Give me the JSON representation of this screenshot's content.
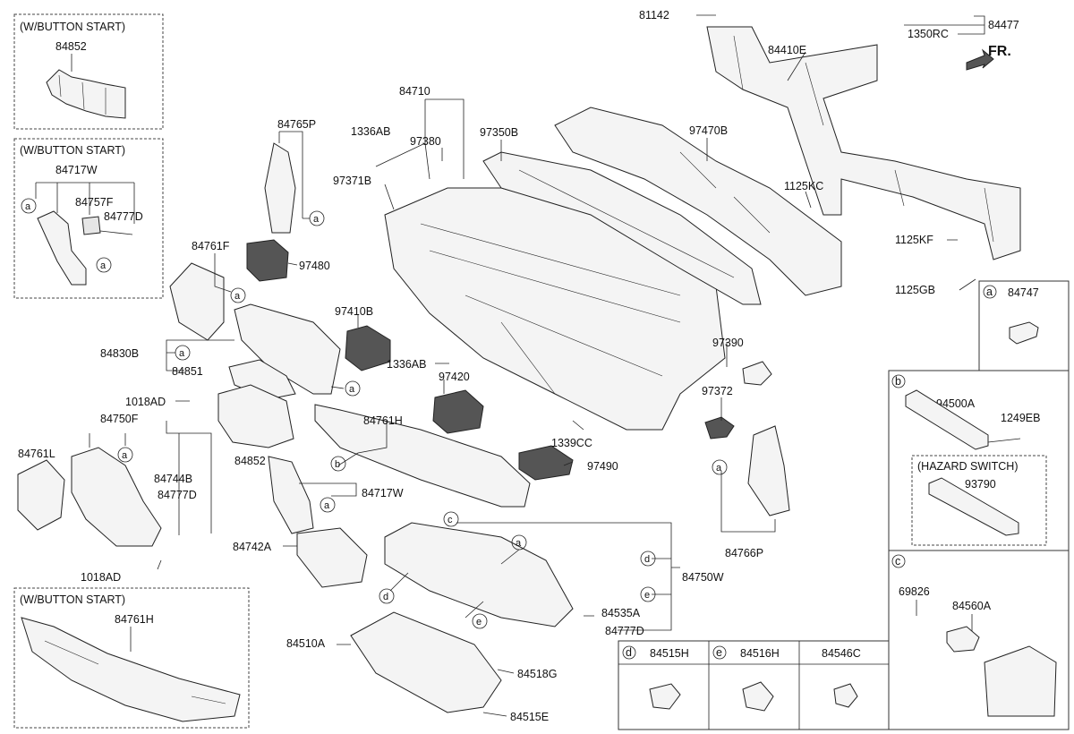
{
  "labels": {
    "p81142": "81142",
    "p84477": "84477",
    "p1350RC": "1350RC",
    "p84410E": "84410E",
    "fr": "FR.",
    "p84710": "84710",
    "p1336AB_a": "1336AB",
    "p97380": "97380",
    "p97350B": "97350B",
    "p97470B": "97470B",
    "p84765P": "84765P",
    "p97371B": "97371B",
    "p1125KC": "1125KC",
    "p1125KF": "1125KF",
    "p1125GB": "1125GB",
    "p84761F": "84761F",
    "p97480": "97480",
    "p97410B": "97410B",
    "p84830B": "84830B",
    "p84851": "84851",
    "p1336AB_b": "1336AB",
    "p97420": "97420",
    "p97390": "97390",
    "p97372": "97372",
    "p1018AD_a": "1018AD",
    "p84750F": "84750F",
    "p84761H_a": "84761H",
    "p1339CC": "1339CC",
    "p84761L": "84761L",
    "p84744B": "84744B",
    "p84852_b": "84852",
    "p97490": "97490",
    "p84777D_b": "84777D",
    "p84717W_b": "84717W",
    "p84766P": "84766P",
    "p84742A": "84742A",
    "p1018AD_b": "1018AD",
    "p84750W": "84750W",
    "p84535A": "84535A",
    "p84777D_c": "84777D",
    "p84510A": "84510A",
    "p84518G": "84518G",
    "p84515E": "84515E"
  },
  "boxes": {
    "btn1": {
      "title": "(W/BUTTON START)",
      "part": "84852"
    },
    "btn2": {
      "title": "(W/BUTTON START)",
      "part1": "84717W",
      "part2": "84757F",
      "part3": "84777D"
    },
    "btn3": {
      "title": "(W/BUTTON START)",
      "part": "84761H"
    },
    "a": {
      "letter": "a",
      "part": "84747"
    },
    "b": {
      "letter": "b",
      "part1": "94500A",
      "part2": "1249EB",
      "sub_title": "(HAZARD SWITCH)",
      "sub_part": "93790"
    },
    "c": {
      "letter": "c",
      "part1": "69826",
      "part2": "84560A"
    },
    "d": {
      "letter": "d",
      "part": "84515H"
    },
    "e": {
      "letter": "e",
      "part": "84516H"
    },
    "f": {
      "part": "84546C"
    }
  },
  "callouts": {
    "a": "a",
    "b": "b",
    "c": "c",
    "d": "d",
    "e": "e"
  }
}
